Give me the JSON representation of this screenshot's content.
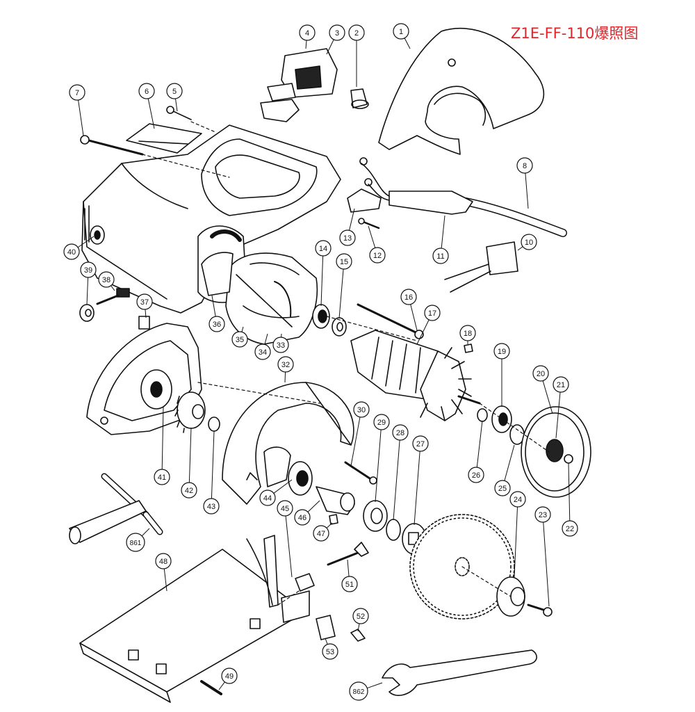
{
  "title": "Z1E-FF-110爆照图",
  "colors": {
    "title": "#e0262b",
    "line": "#111111",
    "fill": "#ffffff"
  },
  "callouts": [
    {
      "id": "c1",
      "label": "1"
    },
    {
      "id": "c2",
      "label": "2"
    },
    {
      "id": "c3",
      "label": "3"
    },
    {
      "id": "c4",
      "label": "4"
    },
    {
      "id": "c5",
      "label": "5"
    },
    {
      "id": "c6",
      "label": "6"
    },
    {
      "id": "c7",
      "label": "7"
    },
    {
      "id": "c8",
      "label": "8"
    },
    {
      "id": "c10",
      "label": "10"
    },
    {
      "id": "c11",
      "label": "11"
    },
    {
      "id": "c12",
      "label": "12"
    },
    {
      "id": "c13",
      "label": "13"
    },
    {
      "id": "c14",
      "label": "14"
    },
    {
      "id": "c15",
      "label": "15"
    },
    {
      "id": "c16",
      "label": "16"
    },
    {
      "id": "c17",
      "label": "17"
    },
    {
      "id": "c18",
      "label": "18"
    },
    {
      "id": "c19",
      "label": "19"
    },
    {
      "id": "c20",
      "label": "20"
    },
    {
      "id": "c21",
      "label": "21"
    },
    {
      "id": "c22",
      "label": "22"
    },
    {
      "id": "c23",
      "label": "23"
    },
    {
      "id": "c24",
      "label": "24"
    },
    {
      "id": "c25",
      "label": "25"
    },
    {
      "id": "c26",
      "label": "26"
    },
    {
      "id": "c27",
      "label": "27"
    },
    {
      "id": "c28",
      "label": "28"
    },
    {
      "id": "c29",
      "label": "29"
    },
    {
      "id": "c30",
      "label": "30"
    },
    {
      "id": "c32",
      "label": "32"
    },
    {
      "id": "c33",
      "label": "33"
    },
    {
      "id": "c34",
      "label": "34"
    },
    {
      "id": "c35",
      "label": "35"
    },
    {
      "id": "c36",
      "label": "36"
    },
    {
      "id": "c37",
      "label": "37"
    },
    {
      "id": "c38",
      "label": "38"
    },
    {
      "id": "c39",
      "label": "39"
    },
    {
      "id": "c40",
      "label": "40"
    },
    {
      "id": "c41",
      "label": "41"
    },
    {
      "id": "c42",
      "label": "42"
    },
    {
      "id": "c43",
      "label": "43"
    },
    {
      "id": "c44",
      "label": "44"
    },
    {
      "id": "c45",
      "label": "45"
    },
    {
      "id": "c46",
      "label": "46"
    },
    {
      "id": "c47",
      "label": "47"
    },
    {
      "id": "c48",
      "label": "48"
    },
    {
      "id": "c49",
      "label": "49"
    },
    {
      "id": "c51",
      "label": "51"
    },
    {
      "id": "c52",
      "label": "52"
    },
    {
      "id": "c53",
      "label": "53"
    },
    {
      "id": "c861",
      "label": "861"
    },
    {
      "id": "c862",
      "label": "862"
    }
  ]
}
